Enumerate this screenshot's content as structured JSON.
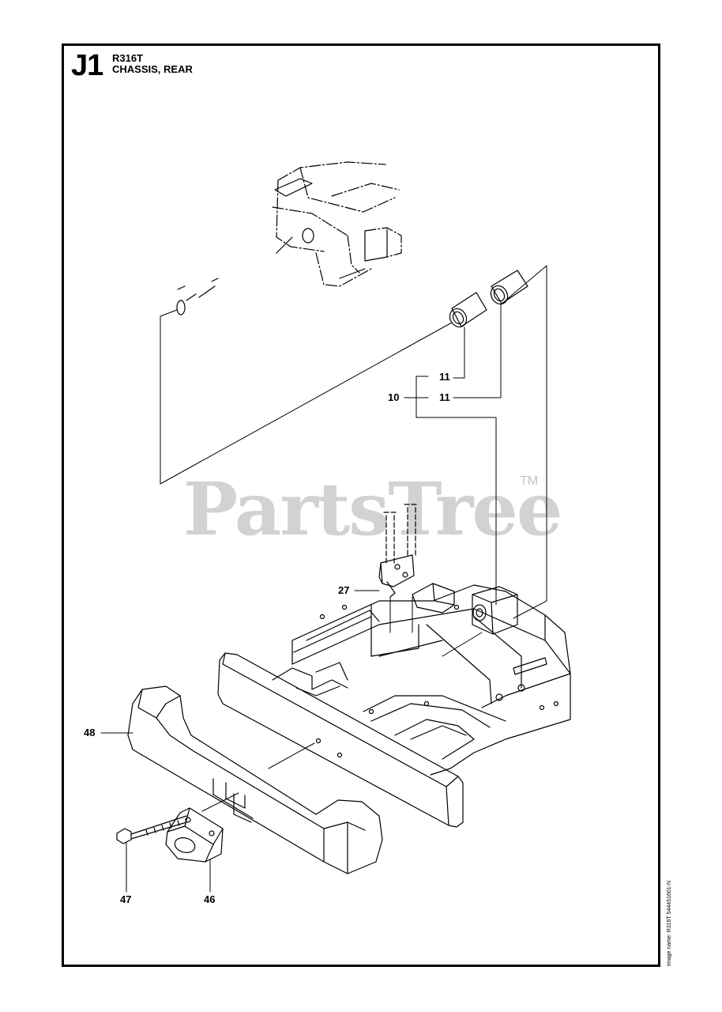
{
  "header": {
    "section_code": "J1",
    "model": "R316T",
    "title": "CHASSIS, REAR"
  },
  "watermark": {
    "text": "PartsTree",
    "tm": "TM"
  },
  "footer": {
    "image_name": "Image name: R316T 544451601-N"
  },
  "callouts": {
    "c11a": "11",
    "c10": "10",
    "c11b": "11",
    "c27": "27",
    "c48": "48",
    "c47": "47",
    "c46": "46"
  },
  "colors": {
    "line": "#000000",
    "watermark": "#d2d2d2"
  }
}
